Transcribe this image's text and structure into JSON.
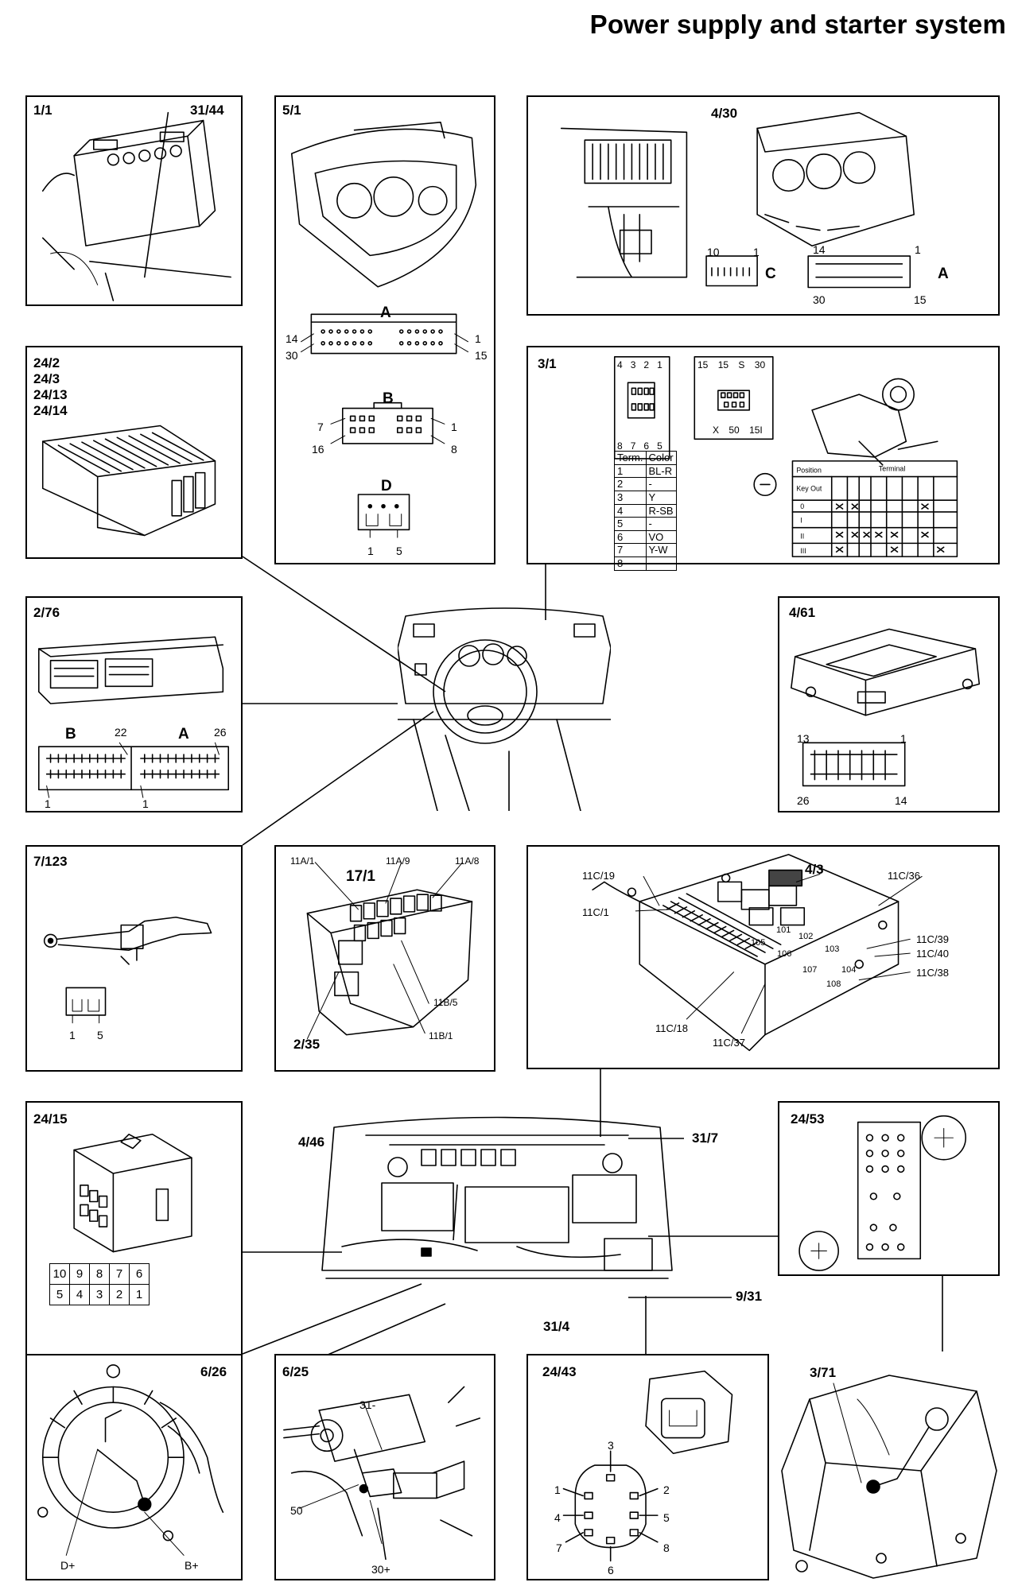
{
  "title": "Power supply and starter system",
  "panels": {
    "p1_1": {
      "label": "1/1",
      "callout": "31/44"
    },
    "p5_1": {
      "label": "5/1",
      "conn_a": "A",
      "a_tl": "14",
      "a_tr": "1",
      "a_bl": "30",
      "a_br": "15",
      "conn_b": "B",
      "b_tl": "7",
      "b_tr": "1",
      "b_bl": "16",
      "b_br": "8",
      "conn_d": "D",
      "d_l": "1",
      "d_r": "5"
    },
    "p4_30": {
      "label": "4/30",
      "c_l": "10",
      "c_r": "1",
      "c_name": "C",
      "a_tl": "14",
      "a_tr": "1",
      "a_bl": "30",
      "a_br": "15",
      "a_name": "A"
    },
    "p24_2": {
      "labels": [
        "24/2",
        "24/3",
        "24/13",
        "24/14"
      ]
    },
    "p3_1": {
      "label": "3/1",
      "top_pins": [
        "4",
        "3",
        "2",
        "1"
      ],
      "bot_pins": [
        "8",
        "7",
        "6",
        "5"
      ],
      "sw_top": [
        "15",
        "15",
        "S",
        "30"
      ],
      "sw_bot": [
        "X",
        "50",
        "15I"
      ],
      "table_head": [
        "Term.",
        "Color"
      ],
      "table_rows": [
        [
          "1",
          "BL-R"
        ],
        [
          "2",
          "-"
        ],
        [
          "3",
          "Y"
        ],
        [
          "4",
          "R-SB"
        ],
        [
          "5",
          "-"
        ],
        [
          "6",
          "VO"
        ],
        [
          "7",
          "Y-W"
        ],
        [
          "8",
          "-"
        ]
      ],
      "pos_head": "Position",
      "term_head": "Terminal",
      "pos_rows": [
        "Key Out",
        "0",
        "I",
        "II",
        "III"
      ]
    },
    "p2_76": {
      "label": "2/76",
      "b": "B",
      "a": "A",
      "n22": "22",
      "n26": "26",
      "n1a": "1",
      "n1b": "1"
    },
    "p4_61": {
      "label": "4/61",
      "tl": "13",
      "tr": "1",
      "bl": "26",
      "br": "14"
    },
    "p7_123": {
      "label": "7/123",
      "l": "1",
      "r": "5"
    },
    "p17_1": {
      "label": "17/1",
      "c1": "11A/1",
      "c2": "11A/9",
      "c3": "11A/8",
      "c4": "11B/5",
      "c5": "11B/1",
      "c6": "2/35"
    },
    "p4_3": {
      "label": "4/3",
      "c19": "11C/19",
      "c36": "11C/36",
      "c1": "11C/1",
      "c39": "11C/39",
      "c40": "11C/40",
      "c38": "11C/38",
      "c18": "11C/18",
      "c37": "11C/37",
      "relays": [
        "101",
        "102",
        "103",
        "104",
        "105",
        "106",
        "107",
        "108"
      ]
    },
    "p24_15": {
      "label": "24/15",
      "row1": [
        "10",
        "9",
        "8",
        "7",
        "6"
      ],
      "row2": [
        "5",
        "4",
        "3",
        "2",
        "1"
      ]
    },
    "engine": {
      "c446": "4/46",
      "c317": "31/7",
      "c931": "9/31",
      "c314": "31/4"
    },
    "p24_53": {
      "label": "24/53"
    },
    "p6_26": {
      "label": "6/26",
      "dplus": "D+",
      "bplus": "B+"
    },
    "p6_25": {
      "label": "6/25",
      "c31": "31-",
      "c50": "50",
      "c30": "30+"
    },
    "p24_43": {
      "label": "24/43",
      "pins": [
        "3",
        "1",
        "2",
        "4",
        "5",
        "7",
        "8",
        "6"
      ]
    },
    "p3_71": {
      "label": "3/71"
    }
  }
}
